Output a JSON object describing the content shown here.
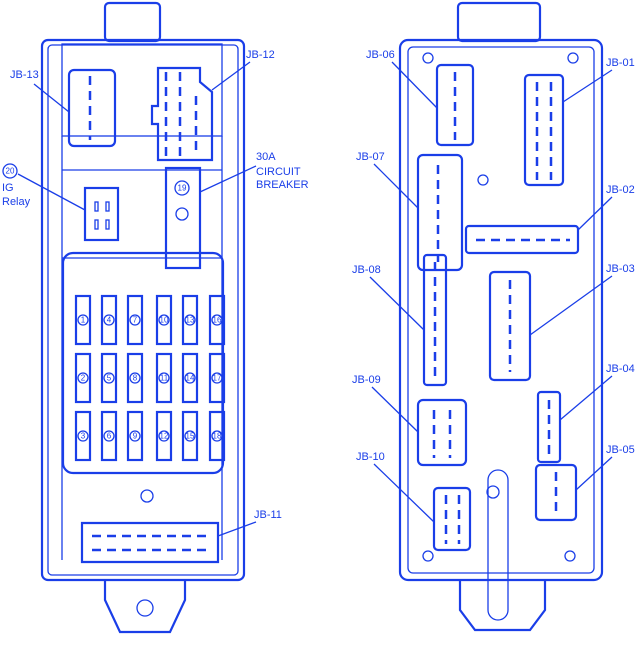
{
  "colors": {
    "line": "#1a3ee8",
    "background": "#ffffff"
  },
  "left_box": {
    "labels": {
      "jb13": "JB-13",
      "jb12": "JB-12",
      "jb11": "JB-11",
      "relay_num": "20",
      "relay_l1": "IG",
      "relay_l2": "Relay",
      "cb_l1": "30A",
      "cb_l2": "CIRCUIT",
      "cb_l3": "BREAKER",
      "cb_num": "19"
    },
    "fuses": [
      [
        "1",
        "2",
        "3"
      ],
      [
        "4",
        "5",
        "6"
      ],
      [
        "7",
        "8",
        "9"
      ],
      [
        "10",
        "11",
        "12"
      ],
      [
        "13",
        "14",
        "15"
      ],
      [
        "16",
        "17",
        "18"
      ]
    ]
  },
  "right_box": {
    "labels": {
      "jb06": "JB-06",
      "jb01": "JB-01",
      "jb07": "JB-07",
      "jb02": "JB-02",
      "jb08": "JB-08",
      "jb03": "JB-03",
      "jb09": "JB-09",
      "jb04": "JB-04",
      "jb10": "JB-10",
      "jb05": "JB-05"
    }
  }
}
